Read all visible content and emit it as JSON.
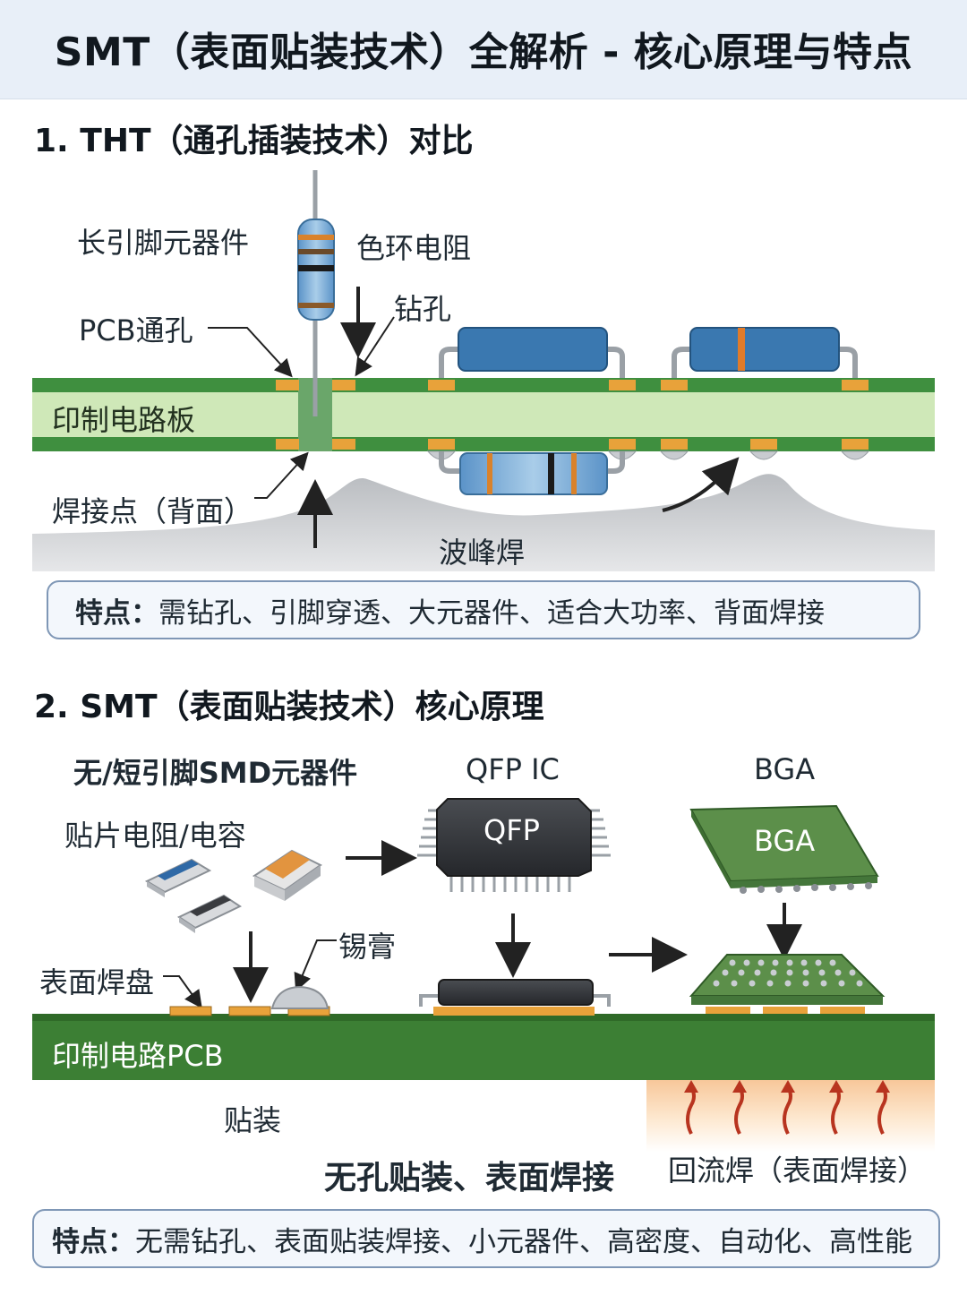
{
  "title": "SMT（表面贴装技术）全解析 - 核心原理与特点",
  "section1": {
    "heading": "1. THT（通孔插装技术）对比",
    "labels": {
      "long_lead": "长引脚元器件",
      "color_ring": "色环电阻",
      "drill": "钻孔",
      "pcb_via": "PCB通孔",
      "pcb_board": "印制电路板",
      "solder_back": "焊接点（背面）",
      "wave_solder": "波峰焊"
    },
    "feature_key": "特点：",
    "feature_text": "需钻孔、引脚穿透、大元器件、适合大功率、背面焊接"
  },
  "section2": {
    "heading": "2. SMT（表面贴装技术）核心原理",
    "labels": {
      "smd": "无/短引脚SMD元器件",
      "qfp_ic": "QFP IC",
      "bga": "BGA",
      "chip_rc": "贴片电阻/电容",
      "qfp_chip": "QFP",
      "bga_chip": "BGA",
      "solder_paste": "锡膏",
      "surface_pad": "表面焊盘",
      "pcb": "印制电路PCB",
      "mount": "贴装",
      "summary": "无孔贴装、表面焊接",
      "reflow": "回流焊（表面焊接）"
    },
    "feature_key": "特点：",
    "feature_text": "无需钻孔、表面贴装焊接、小元器件、高密度、自动化、高性能"
  },
  "colors": {
    "title_bg": "#e8eff8",
    "pcb_green": "#3f8f3f",
    "pcb_core": "#cfe8b8",
    "pad": "#e8a23a",
    "resistor_blue": "#3a78b0",
    "feature_border": "#7f97b6"
  }
}
